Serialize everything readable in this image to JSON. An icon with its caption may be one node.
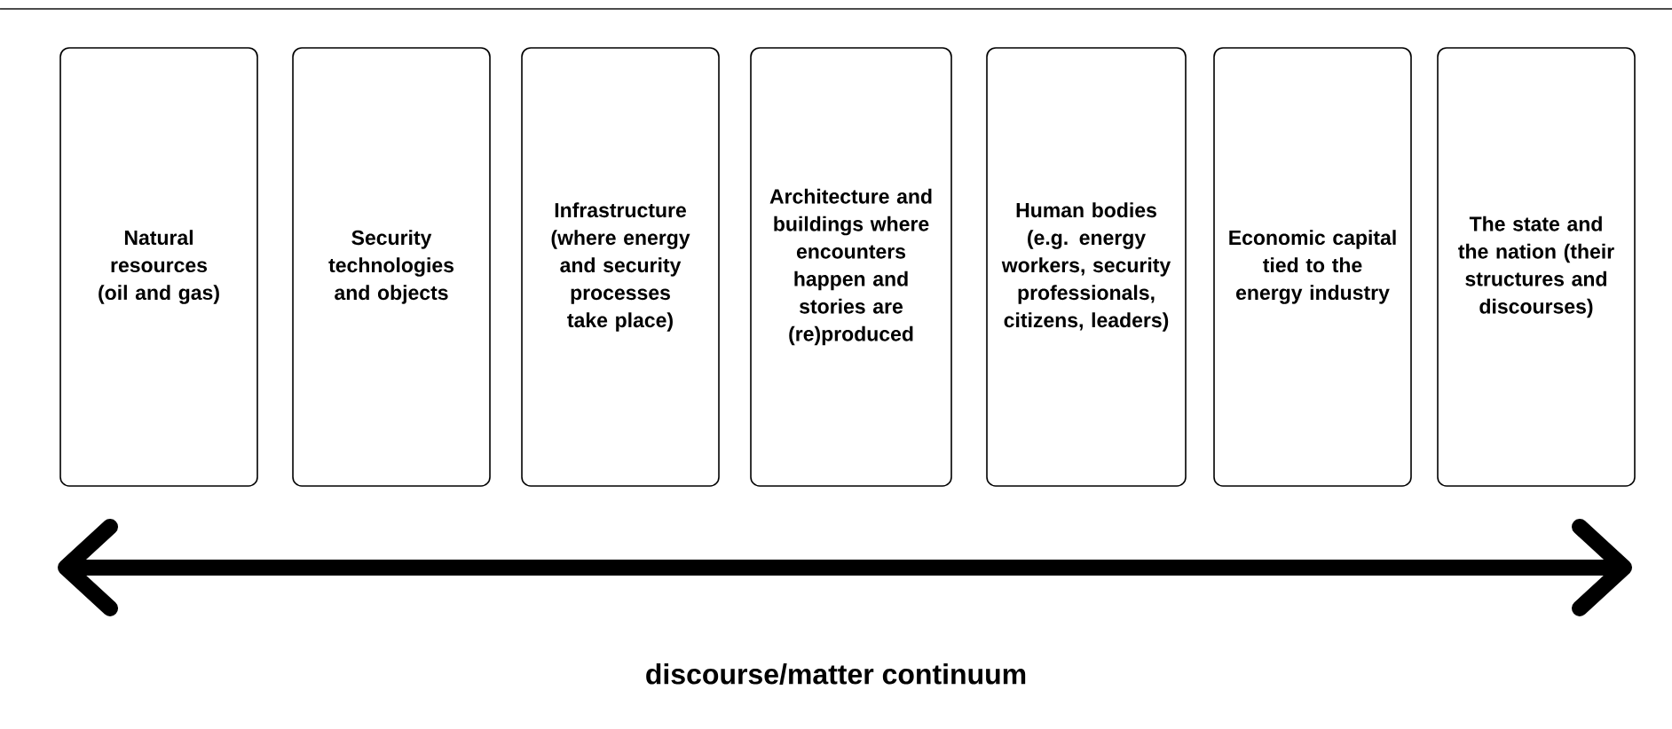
{
  "diagram": {
    "nodes": [
      {
        "text": [
          "Natural resources (oil and gas)"
        ]
      },
      {
        "text": [
          "Security technologies and objects"
        ]
      },
      {
        "text": [
          "Infrastructure (where energy and security processes take place)"
        ]
      },
      {
        "text": [
          "Architecture and buildings where encounters happen and stories are (re)produced"
        ]
      },
      {
        "text": [
          "Human bodies (e.g. energy workers, security professionals, citizens, leaders)"
        ]
      },
      {
        "text": [
          "Economic capital tied to the energy industry"
        ]
      },
      {
        "text": [
          "The state and the nation (their structures and discourses)"
        ]
      }
    ],
    "labels": [
      "discourse/matter continuum"
    ]
  }
}
